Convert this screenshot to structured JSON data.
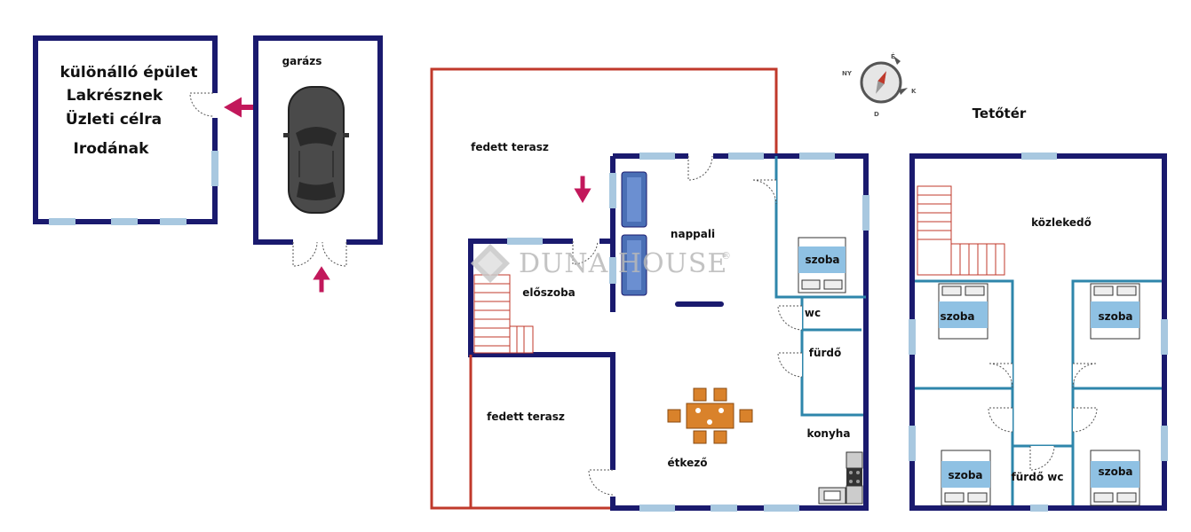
{
  "colors": {
    "wall": "#1a1a6e",
    "window": "#a8c8e0",
    "terrace_outline": "#c0392b",
    "interior_wall": "#2e86ab",
    "bed_blue": "#8fc1e3",
    "stairs": "#c0392b",
    "arrow": "#c2185b",
    "sofa": "#4a6fb5",
    "table": "#d9822b",
    "watermark": "#b9b9b9"
  },
  "outbuilding": {
    "lines": [
      "különálló épület",
      "Lakrésznek",
      "Üzleti célra",
      "Irodának"
    ]
  },
  "garage": {
    "label": "garázs",
    "car_icon": "car-icon"
  },
  "ground_floor": {
    "covered_terrace_top": "fedett terasz",
    "covered_terrace_bottom": "fedett terasz",
    "living_room": "nappali",
    "hall": "előszoba",
    "bedroom": "szoba",
    "wc": "wc",
    "bathroom": "fürdő",
    "kitchen": "konyha",
    "dining": "étkező"
  },
  "attic": {
    "title": "Tetőtér",
    "corridor": "közlekedő",
    "room_tl": "szoba",
    "room_tr": "szoba",
    "room_bl": "szoba",
    "room_br": "szoba",
    "bath_wc": "fürdő wc"
  },
  "compass": {
    "icon": "compass-icon",
    "north": "É",
    "east": "K",
    "south": "D",
    "west": "NY"
  },
  "watermark": {
    "text": "DUNA HOUSE",
    "mark": "®",
    "logo": "duna-house-logo"
  }
}
